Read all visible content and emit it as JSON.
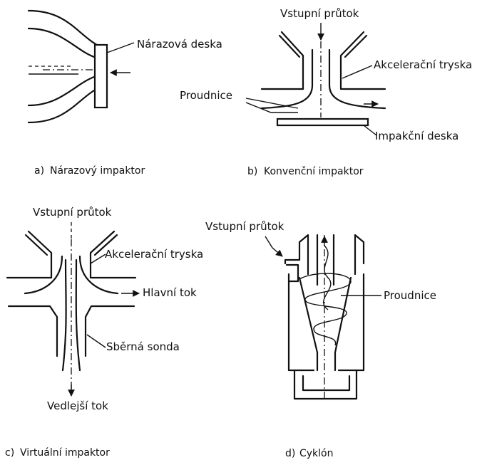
{
  "panel_a": {
    "plate_label": "Nárazová deska",
    "caption_letter": "a)",
    "caption": "Nárazový impaktor"
  },
  "panel_b": {
    "inflow_label": "Vstupní průtok",
    "nozzle_label": "Akcelerační tryska",
    "streamlines_label": "Proudnice",
    "plate_label": "Impakční deska",
    "caption_letter": "b)",
    "caption": "Konvenční impaktor"
  },
  "panel_c": {
    "inflow_label": "Vstupní průtok",
    "nozzle_label": "Akcelerační tryska",
    "major_flow_label": "Hlavní tok",
    "probe_label": "Sběrná sonda",
    "minor_flow_label": "Vedlejší tok",
    "caption_letter": "c)",
    "caption": "Virtuální impaktor"
  },
  "panel_d": {
    "inflow_label": "Vstupní průtok",
    "streamlines_label": "Proudnice",
    "caption_letter": "d)",
    "caption": "Cyklón"
  }
}
